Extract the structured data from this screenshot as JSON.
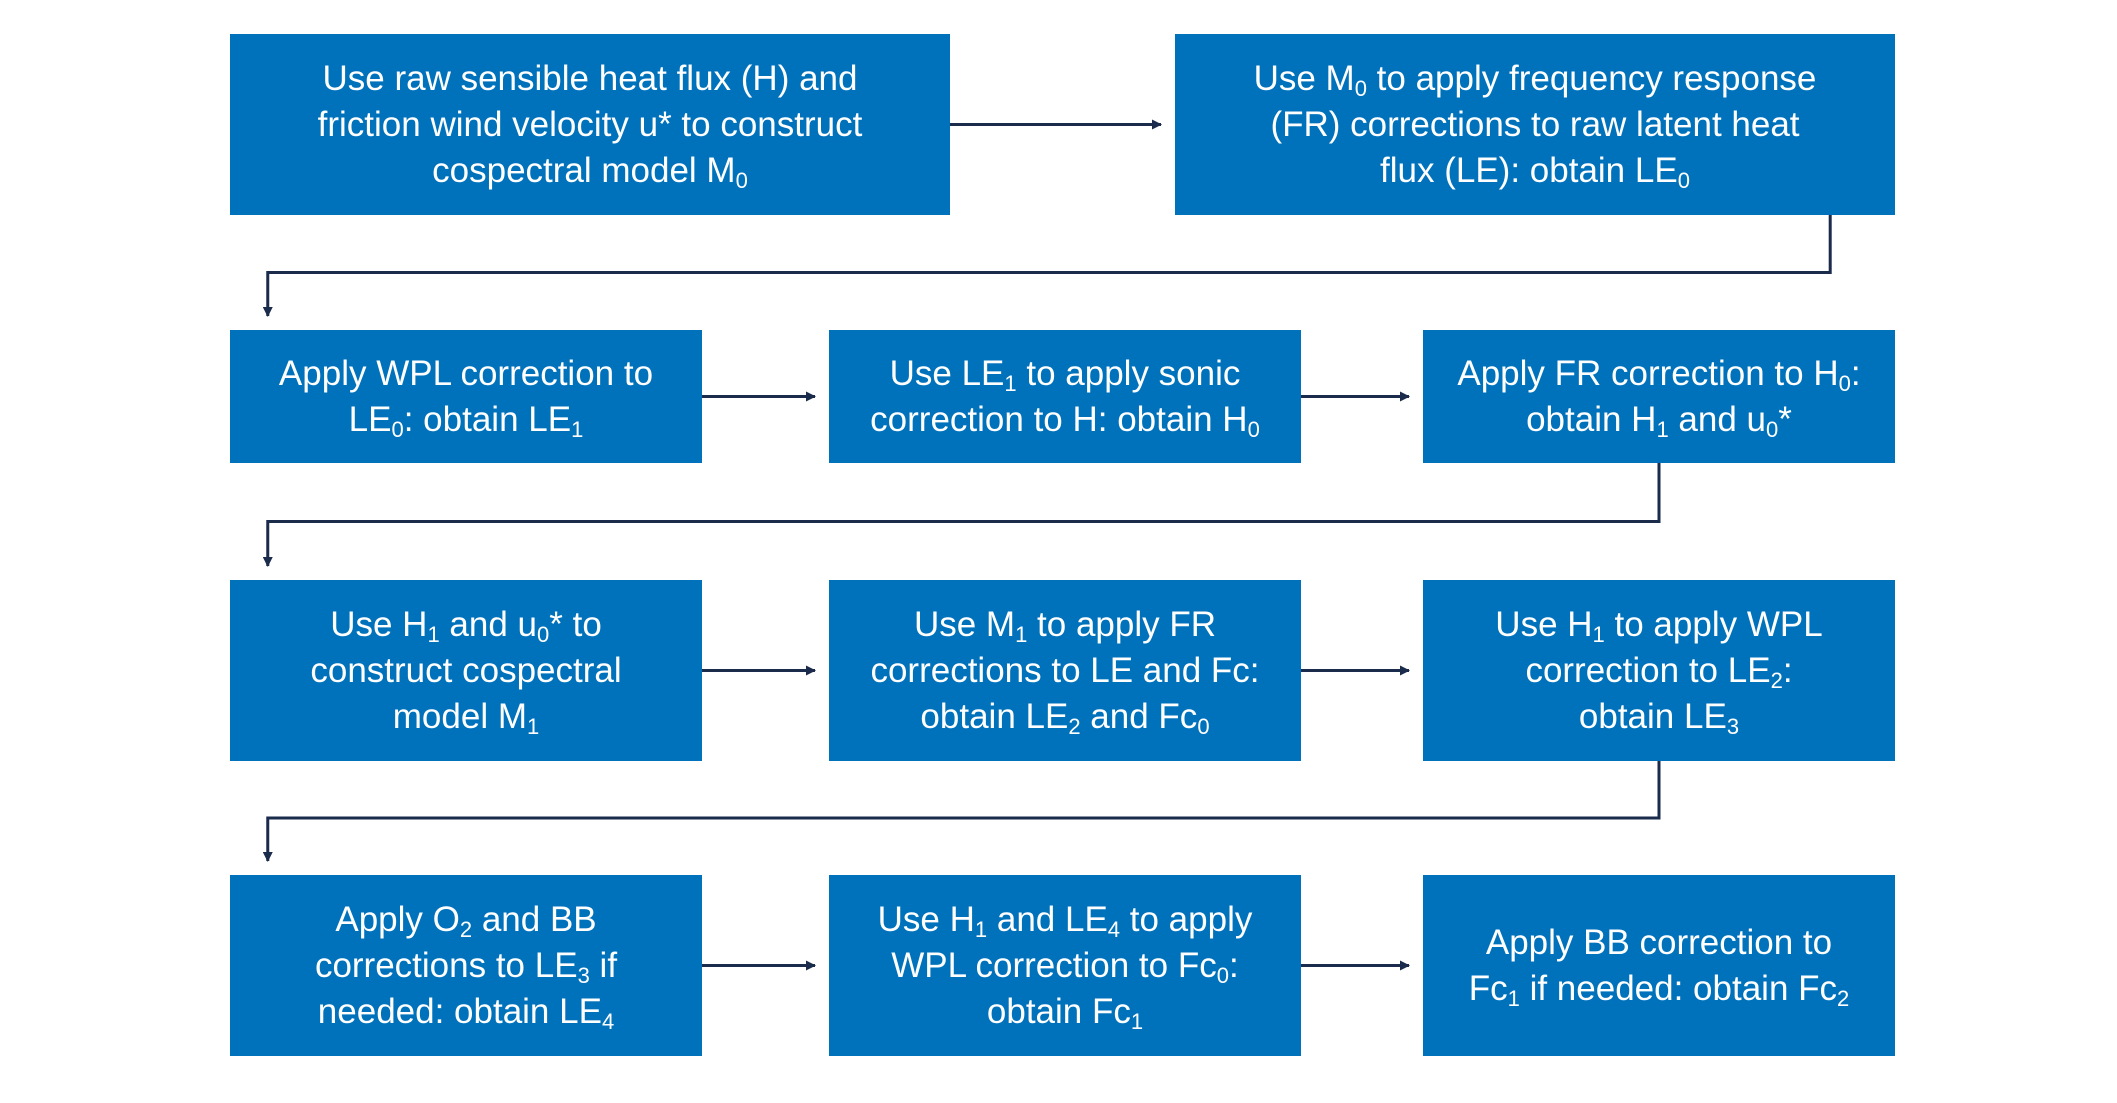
{
  "diagram": {
    "box_color": "#0072BC",
    "text_color": "#FFFFFF",
    "connector_color": "#1A2B4C",
    "boxes": [
      {
        "id": "b1",
        "lines": [
          [
            {
              "t": "Use raw sensible heat flux (H) and"
            }
          ],
          [
            {
              "t": "friction wind velocity u* to construct"
            }
          ],
          [
            {
              "t": "cospectral model M"
            },
            {
              "t": "0",
              "sub": true
            }
          ]
        ]
      },
      {
        "id": "b2",
        "lines": [
          [
            {
              "t": "Use M"
            },
            {
              "t": "0",
              "sub": true
            },
            {
              "t": " to apply frequency response"
            }
          ],
          [
            {
              "t": "(FR) corrections to raw latent heat"
            }
          ],
          [
            {
              "t": "flux (LE): obtain LE"
            },
            {
              "t": "0",
              "sub": true
            }
          ]
        ]
      },
      {
        "id": "b3",
        "lines": [
          [
            {
              "t": "Apply WPL correction to"
            }
          ],
          [
            {
              "t": "LE"
            },
            {
              "t": "0",
              "sub": true
            },
            {
              "t": ": obtain LE"
            },
            {
              "t": "1",
              "sub": true
            }
          ]
        ]
      },
      {
        "id": "b4",
        "lines": [
          [
            {
              "t": "Use LE"
            },
            {
              "t": "1",
              "sub": true
            },
            {
              "t": " to apply sonic"
            }
          ],
          [
            {
              "t": "correction to H: obtain H"
            },
            {
              "t": "0",
              "sub": true
            }
          ]
        ]
      },
      {
        "id": "b5",
        "lines": [
          [
            {
              "t": "Apply FR correction to H"
            },
            {
              "t": "0",
              "sub": true
            },
            {
              "t": ":"
            }
          ],
          [
            {
              "t": "obtain H"
            },
            {
              "t": "1",
              "sub": true
            },
            {
              "t": " and u"
            },
            {
              "t": "0",
              "sub": true
            },
            {
              "t": "*"
            }
          ]
        ]
      },
      {
        "id": "b6",
        "lines": [
          [
            {
              "t": "Use H"
            },
            {
              "t": "1",
              "sub": true
            },
            {
              "t": " and u"
            },
            {
              "t": "0",
              "sub": true
            },
            {
              "t": "* to"
            }
          ],
          [
            {
              "t": "construct cospectral"
            }
          ],
          [
            {
              "t": "model M"
            },
            {
              "t": "1",
              "sub": true
            }
          ]
        ]
      },
      {
        "id": "b7",
        "lines": [
          [
            {
              "t": "Use M"
            },
            {
              "t": "1",
              "sub": true
            },
            {
              "t": " to apply FR"
            }
          ],
          [
            {
              "t": "corrections to LE and Fc:"
            }
          ],
          [
            {
              "t": "obtain LE"
            },
            {
              "t": "2",
              "sub": true
            },
            {
              "t": " and Fc"
            },
            {
              "t": "0",
              "sub": true
            }
          ]
        ]
      },
      {
        "id": "b8",
        "lines": [
          [
            {
              "t": "Use H"
            },
            {
              "t": "1",
              "sub": true
            },
            {
              "t": " to apply WPL"
            }
          ],
          [
            {
              "t": "correction to LE"
            },
            {
              "t": "2",
              "sub": true
            },
            {
              "t": ":"
            }
          ],
          [
            {
              "t": "obtain LE"
            },
            {
              "t": "3",
              "sub": true
            }
          ]
        ]
      },
      {
        "id": "b9",
        "lines": [
          [
            {
              "t": "Apply O"
            },
            {
              "t": "2",
              "sub": true
            },
            {
              "t": " and BB"
            }
          ],
          [
            {
              "t": "corrections to LE"
            },
            {
              "t": "3",
              "sub": true
            },
            {
              "t": " if"
            }
          ],
          [
            {
              "t": "needed: obtain LE"
            },
            {
              "t": "4",
              "sub": true
            }
          ]
        ]
      },
      {
        "id": "b10",
        "lines": [
          [
            {
              "t": "Use H"
            },
            {
              "t": "1",
              "sub": true
            },
            {
              "t": " and LE"
            },
            {
              "t": "4",
              "sub": true
            },
            {
              "t": " to apply"
            }
          ],
          [
            {
              "t": "WPL correction to Fc"
            },
            {
              "t": "0",
              "sub": true
            },
            {
              "t": ":"
            }
          ],
          [
            {
              "t": "obtain Fc"
            },
            {
              "t": "1",
              "sub": true
            }
          ]
        ]
      },
      {
        "id": "b11",
        "lines": [
          [
            {
              "t": "Apply BB correction to"
            }
          ],
          [
            {
              "t": "Fc"
            },
            {
              "t": "1",
              "sub": true
            },
            {
              "t": " if needed: obtain Fc"
            },
            {
              "t": "2",
              "sub": true
            }
          ]
        ]
      }
    ],
    "connections": [
      {
        "from": "b1",
        "to": "b2"
      },
      {
        "from": "b2",
        "to": "b3"
      },
      {
        "from": "b3",
        "to": "b4"
      },
      {
        "from": "b4",
        "to": "b5"
      },
      {
        "from": "b5",
        "to": "b6"
      },
      {
        "from": "b6",
        "to": "b7"
      },
      {
        "from": "b7",
        "to": "b8"
      },
      {
        "from": "b8",
        "to": "b9"
      },
      {
        "from": "b9",
        "to": "b10"
      },
      {
        "from": "b10",
        "to": "b11"
      }
    ]
  }
}
